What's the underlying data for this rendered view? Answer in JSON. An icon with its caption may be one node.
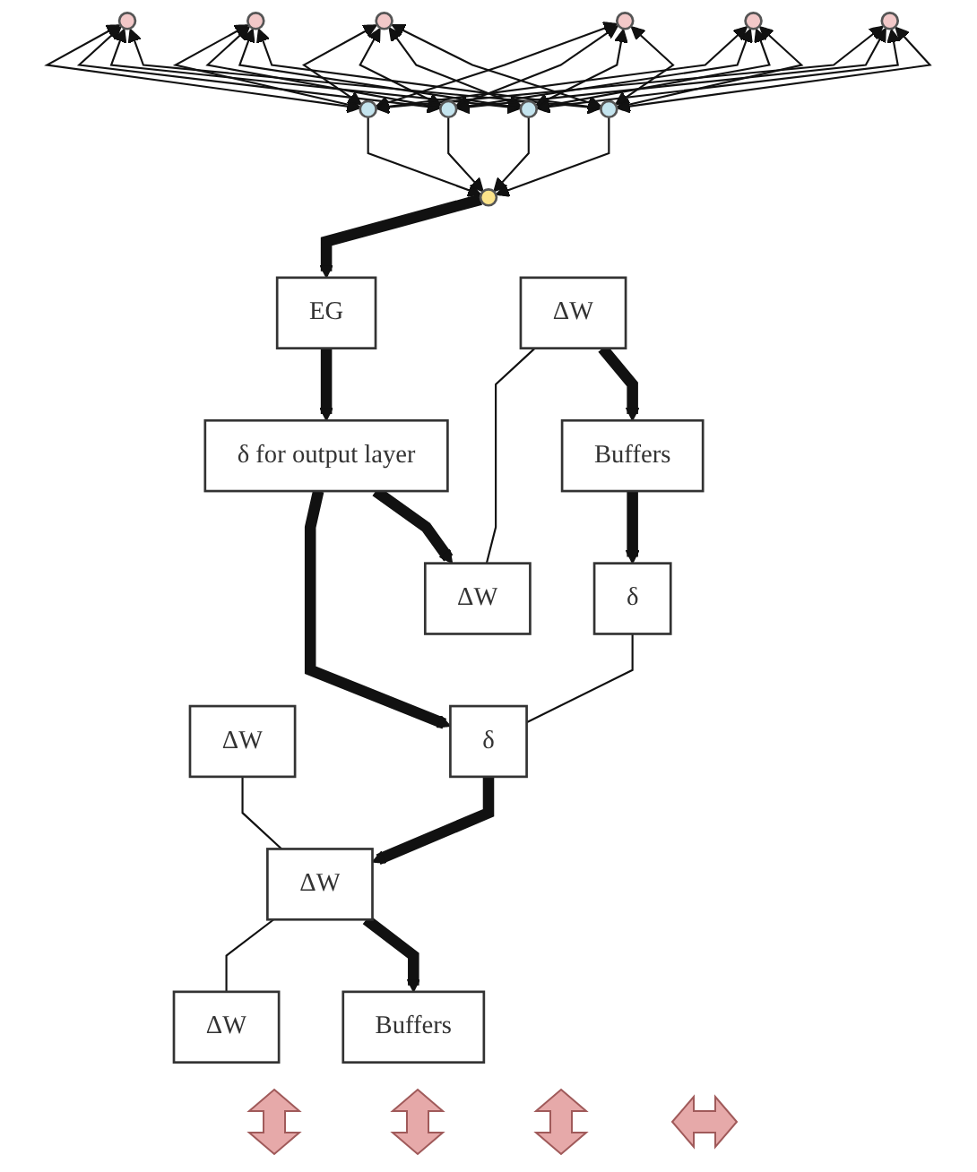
{
  "diagram": {
    "nodes": [
      {
        "text": [],
        "shape": "circle"
      },
      {
        "text": [],
        "shape": "circle"
      },
      {
        "text": [],
        "shape": "circle"
      },
      {
        "text": [],
        "shape": "circle"
      },
      {
        "text": [],
        "shape": "circle"
      },
      {
        "text": [],
        "shape": "circle"
      },
      {
        "text": [
          "Buffers"
        ]
      },
      {
        "text": [],
        "shape": "circle"
      },
      {
        "text": [],
        "shape": "circle"
      },
      {
        "text": [],
        "shape": "circle"
      },
      {
        "text": [],
        "shape": "circle"
      },
      {
        "text": [
          "Buffers"
        ]
      },
      {
        "text": [],
        "shape": "circle"
      },
      {
        "text": [
          "EG"
        ]
      },
      {
        "text": [
          "ΔW"
        ]
      },
      {
        "text": [
          "ΔW"
        ]
      },
      {
        "text": [
          "ΔW"
        ]
      },
      {
        "text": [
          "ΔW"
        ]
      },
      {
        "text": [
          "ΔW"
        ]
      },
      {
        "text": [
          "δ"
        ]
      },
      {
        "text": [
          "δ"
        ]
      },
      {
        "text": [
          "δ for output layer"
        ]
      }
    ],
    "edges": [
      {
        "from": 0,
        "to": 7,
        "arrow": "both"
      },
      {
        "from": 0,
        "to": 8,
        "arrow": "both"
      },
      {
        "from": 0,
        "to": 9,
        "arrow": "both"
      },
      {
        "from": 0,
        "to": 10,
        "arrow": "both"
      },
      {
        "from": 1,
        "to": 7,
        "arrow": "both"
      },
      {
        "from": 1,
        "to": 8,
        "arrow": "both"
      },
      {
        "from": 1,
        "to": 9,
        "arrow": "both"
      },
      {
        "from": 1,
        "to": 10,
        "arrow": "both"
      },
      {
        "from": 2,
        "to": 7,
        "arrow": "both"
      },
      {
        "from": 2,
        "to": 8,
        "arrow": "both"
      },
      {
        "from": 2,
        "to": 9,
        "arrow": "both"
      },
      {
        "from": 2,
        "to": 10,
        "arrow": "both"
      },
      {
        "from": 3,
        "to": 7,
        "arrow": "both"
      },
      {
        "from": 3,
        "to": 8,
        "arrow": "both"
      },
      {
        "from": 3,
        "to": 9,
        "arrow": "both"
      },
      {
        "from": 3,
        "to": 10,
        "arrow": "both"
      },
      {
        "from": 4,
        "to": 7,
        "arrow": "both"
      },
      {
        "from": 4,
        "to": 8,
        "arrow": "both"
      },
      {
        "from": 4,
        "to": 9,
        "arrow": "both"
      },
      {
        "from": 4,
        "to": 10,
        "arrow": "both"
      },
      {
        "from": 5,
        "to": 7,
        "arrow": "both"
      },
      {
        "from": 5,
        "to": 8,
        "arrow": "both"
      },
      {
        "from": 5,
        "to": 9,
        "arrow": "both"
      },
      {
        "from": 5,
        "to": 10,
        "arrow": "both"
      },
      {
        "from": 7,
        "to": 12,
        "arrow": "to"
      },
      {
        "from": 8,
        "to": 12,
        "arrow": "to"
      },
      {
        "from": 9,
        "to": 12,
        "arrow": "to"
      },
      {
        "from": 10,
        "to": 12,
        "arrow": "to"
      },
      {
        "from": 12,
        "to": 13,
        "arrow": "to",
        "style": "thick"
      },
      {
        "from": 13,
        "to": 21,
        "arrow": "to",
        "style": "thick"
      },
      {
        "from": 21,
        "to": 20,
        "arrow": "to",
        "style": "thick"
      },
      {
        "from": 21,
        "to": 18,
        "arrow": "to",
        "style": "thick"
      },
      {
        "from": 20,
        "to": 15,
        "arrow": "to",
        "style": "thick"
      },
      {
        "from": 11,
        "to": 19,
        "arrow": "to",
        "style": "thick"
      },
      {
        "from": 19,
        "to": 20,
        "arrow": "none"
      },
      {
        "from": 14,
        "to": 15,
        "arrow": "none"
      },
      {
        "from": 15,
        "to": 16,
        "arrow": "none"
      },
      {
        "from": 17,
        "to": 18,
        "arrow": "none"
      },
      {
        "from": 15,
        "to": 6,
        "arrow": "to",
        "style": "thick"
      },
      {
        "from": 17,
        "to": 11,
        "arrow": "to",
        "style": "thick"
      }
    ]
  }
}
